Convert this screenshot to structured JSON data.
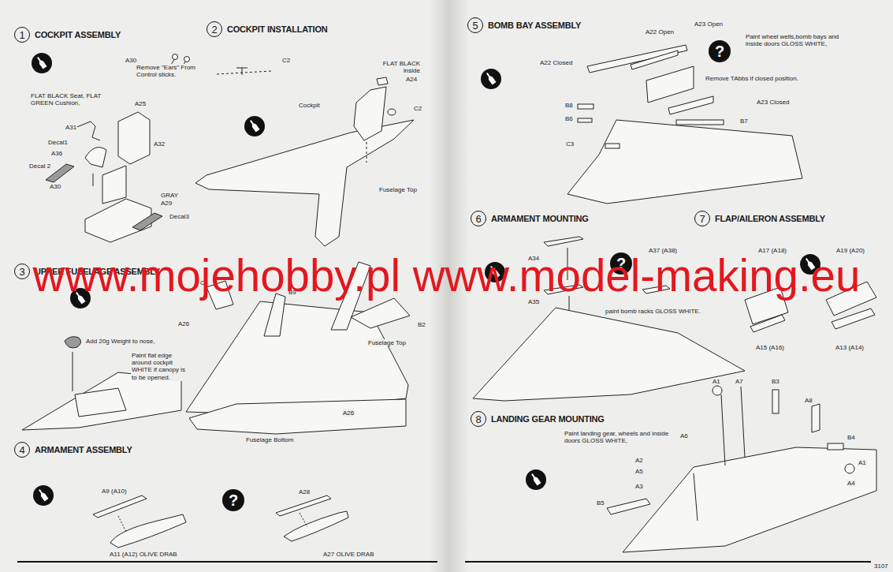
{
  "diagram": {
    "nodes": [
      {
        "text": [
          "1",
          "COCKPIT ASSEMBLY"
        ]
      },
      {
        "text": [
          "2",
          "COCKPIT INSTALLATION"
        ]
      },
      {
        "text": [
          "3",
          "UPPER FUSELAGE ASSEMBLY"
        ]
      },
      {
        "text": [
          "4",
          "ARMAMENT ASSEMBLY"
        ]
      },
      {
        "text": [
          "5",
          "BOMB BAY ASSEMBLY"
        ]
      },
      {
        "text": [
          "6",
          "ARMAMENT MOUNTING"
        ]
      },
      {
        "text": [
          "7",
          "FLAP/AILERON ASSEMBLY"
        ]
      },
      {
        "text": [
          "8",
          "LANDING GEAR MOUNTING"
        ]
      },
      {
        "text": [
          "?"
        ]
      },
      {
        "text": [
          "?"
        ]
      },
      {
        "text": [
          "?"
        ]
      }
    ],
    "labels": [
      "A30",
      "Remove \"Ears\" From Control sticks.",
      "FLAT BLACK Seat, FLAT GREEN Cushion,",
      "A25",
      "A31",
      "Decal1",
      "A36",
      "A32",
      "Decal 2",
      "A30",
      "GRAY",
      "A29",
      "Decal3",
      "C2",
      "FLAT BLACK Inside",
      "A24",
      "Cockpit",
      "C2",
      "Fuselage Top",
      "C",
      "B9",
      "B2",
      "A26",
      "Add 20g Weight to nose,",
      "Paint flat edge around cockpit WHITE if canopy is to be opened.",
      "Fuselage Top",
      "Fuselage Bottom",
      "A26",
      "A9 (A10)",
      "A11 (A12) OLIVE DRAB",
      "A28",
      "A27 OLIVE DRAB",
      "A23 Open",
      "A22 Open",
      "Paint wheel wells,bomb bays and inside doors GLOSS WHITE,",
      "A22 Closed",
      "Remove TAbbs if closed position.",
      "A23 Closed",
      "B8",
      "B6",
      "B7",
      "C3",
      "A34",
      "A37 (A38)",
      "A35",
      "paint bomb racks GLOSS WHITE.",
      "A17 (A18)",
      "A19 (A20)",
      "A15 (A16)",
      "A13 (A14)",
      "A1",
      "A7",
      "B3",
      "A8",
      "Paint landing gear, wheels and inside doors GLOSS WHITE,",
      "A6",
      "B4",
      "A2",
      "A1",
      "A5",
      "A4",
      "A3",
      "B5",
      "3107",
      "www.mojehobby.pl www.model-making.eu"
    ]
  }
}
